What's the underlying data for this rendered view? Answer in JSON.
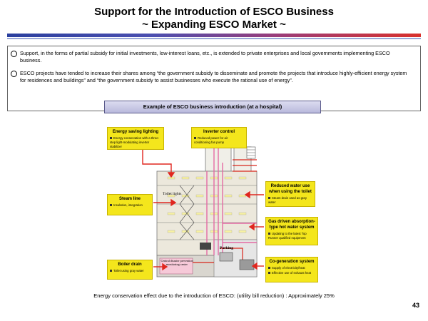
{
  "header": {
    "title_line1": "Support for the Introduction of ESCO Business",
    "title_line2": "~ Expanding ESCO Market ~"
  },
  "bullets": [
    "Support, in the forms of partial subsidy for initial investments, low-interest loans, etc., is extended to private enterprises and local governments implementing ESCO business.",
    "ESCO projects have tended to increase their shares among “the government subsidy to disseminate and promote the projects that introduce highly-efficient energy system for residences and buildings” and “the government subsidy to assist businesses who execute the rational use of energy”."
  ],
  "example_label": "Example of ESCO business introduction (at a hospital)",
  "callouts": {
    "energy_saving": {
      "title": "Energy saving lighting",
      "desc": "Energy conservation with a three-step light-modulating inverter stabilizer"
    },
    "inverter": {
      "title": "Inverter control",
      "desc": "Reduced power for air conditioning fan pump"
    },
    "steam": {
      "title": "Steam line",
      "desc": "Insulation, integration"
    },
    "boiler": {
      "title": "Boiler drain",
      "desc": "Toilet using gray water"
    },
    "reduced_water": {
      "title": "Reduced water use when using the toilet",
      "desc": "Steam drain used as gray water"
    },
    "gas_driven": {
      "title": "Gas driven absorption-type hot water system",
      "desc": "Updating to the latest Top Runner qualified equipment"
    },
    "cogeneration": {
      "title": "Co-generation system",
      "desc1": "Supply of electricity/heat",
      "desc2": "Effective use of exhaust heat"
    }
  },
  "building_labels": {
    "toilet_lights": "Toilet lights",
    "parking": "Parking",
    "central_disaster": "Central disaster prevention monitoring center"
  },
  "footer": "Energy conservation effect due to the introduction of ESCO: (utility bill reduction) : Approximately 25%",
  "page_number": "43",
  "colors": {
    "title_bar_left": "#2a3f9e",
    "title_bar_right": "#d9312c",
    "callout": "#f4e61c",
    "arrow": "#e0261f"
  }
}
